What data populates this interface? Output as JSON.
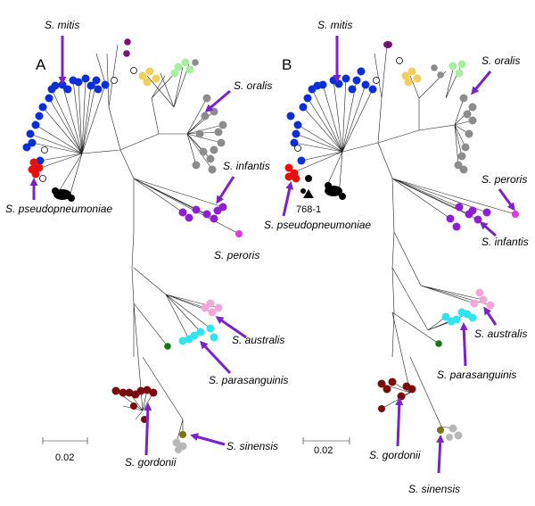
{
  "panels": [
    {
      "id": "A",
      "label": "A",
      "scale_label": "0.02",
      "species": [
        {
          "key": "mitis",
          "label": "S. mitis"
        },
        {
          "key": "oralis",
          "label": "S. oralis"
        },
        {
          "key": "pseudopneumoniae",
          "label": "S. pseudopneumoniae"
        },
        {
          "key": "infantis",
          "label": "S. infantis"
        },
        {
          "key": "peroris",
          "label": "S. peroris"
        },
        {
          "key": "australis",
          "label": "S. australis"
        },
        {
          "key": "parasanguinis",
          "label": "S. parasanguinis"
        },
        {
          "key": "gordonii",
          "label": "S. gordonii"
        },
        {
          "key": "sinensis",
          "label": "S. sinensis"
        }
      ]
    },
    {
      "id": "B",
      "label": "B",
      "scale_label": "0.02",
      "extra_label": "768-1",
      "species": [
        {
          "key": "mitis",
          "label": "S. mitis"
        },
        {
          "key": "oralis",
          "label": "S. oralis"
        },
        {
          "key": "peroris",
          "label": "S. peroris"
        },
        {
          "key": "pseudopneumoniae",
          "label": "S. pseudopneumoniae"
        },
        {
          "key": "infantis",
          "label": "S. infantis"
        },
        {
          "key": "australis",
          "label": "S. australis"
        },
        {
          "key": "parasanguinis",
          "label": "S. parasanguinis"
        },
        {
          "key": "gordonii",
          "label": "S. gordonii"
        },
        {
          "key": "sinensis",
          "label": "S. sinensis"
        }
      ]
    }
  ],
  "colors": {
    "mitis": "#0b2fd6",
    "oralis": "#8c8c8c",
    "oralis_yellow": "#f2cf5a",
    "oralis_green": "#a8eea0",
    "pseudopneumoniae": "#e80e0e",
    "outgroup_black": "#000000",
    "infantis": "#8e1fd0",
    "peroris": "#dd38dd",
    "australis": "#f5a6d8",
    "parasanguinis": "#2fe4ee",
    "green_single": "#137a13",
    "gordonii": "#7a0c0c",
    "sinensis_olive": "#7a7416",
    "sinensis": "#b8b8b8",
    "top_purple": "#7a1276",
    "arrow": "#7b22c8"
  }
}
